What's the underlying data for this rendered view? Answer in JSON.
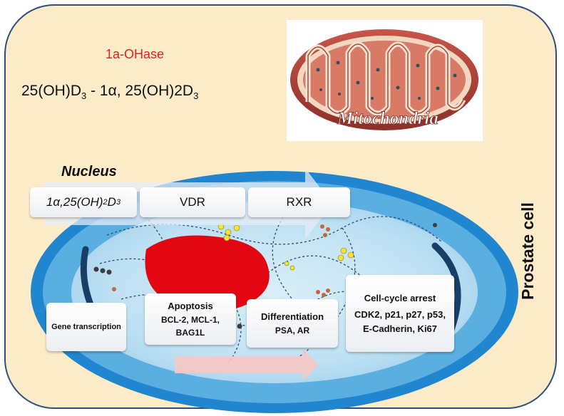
{
  "enzyme_label": "1a-OHase",
  "reaction": {
    "substrate_base": "25(OH)D",
    "substrate_sub": "3",
    "connector": " - 1α,  25(OH)2D",
    "product_sub": "3"
  },
  "mitochondria_label": "Mitochondria",
  "nucleus_label": "Nucleus",
  "cell_label": "Prostate cell",
  "pathway": {
    "ligand_base": "1α,25(OH)",
    "ligand_sub1": "2",
    "ligand_mid": "D",
    "ligand_sub2": "3",
    "receptor": "VDR",
    "partner": "RXR"
  },
  "effects": {
    "gene": "Gene transcription",
    "apoptosis_title": "Apoptosis",
    "apoptosis_items": "BCL-2, MCL-1, BAG1L",
    "differentiation_title": "Differentiation",
    "differentiation_items": "PSA, AR",
    "cycle_title": "Cell-cycle arrest",
    "cycle_items": "CDK2, p21, p27, p53, E-Cadherin, Ki67"
  },
  "colors": {
    "cell_fill": "#fcebc8",
    "cell_border": "#2b4f7e",
    "enzyme_text": "#e02020",
    "nucleus_blue": "#1f86cf",
    "nucleolus_red": "#e20613"
  }
}
